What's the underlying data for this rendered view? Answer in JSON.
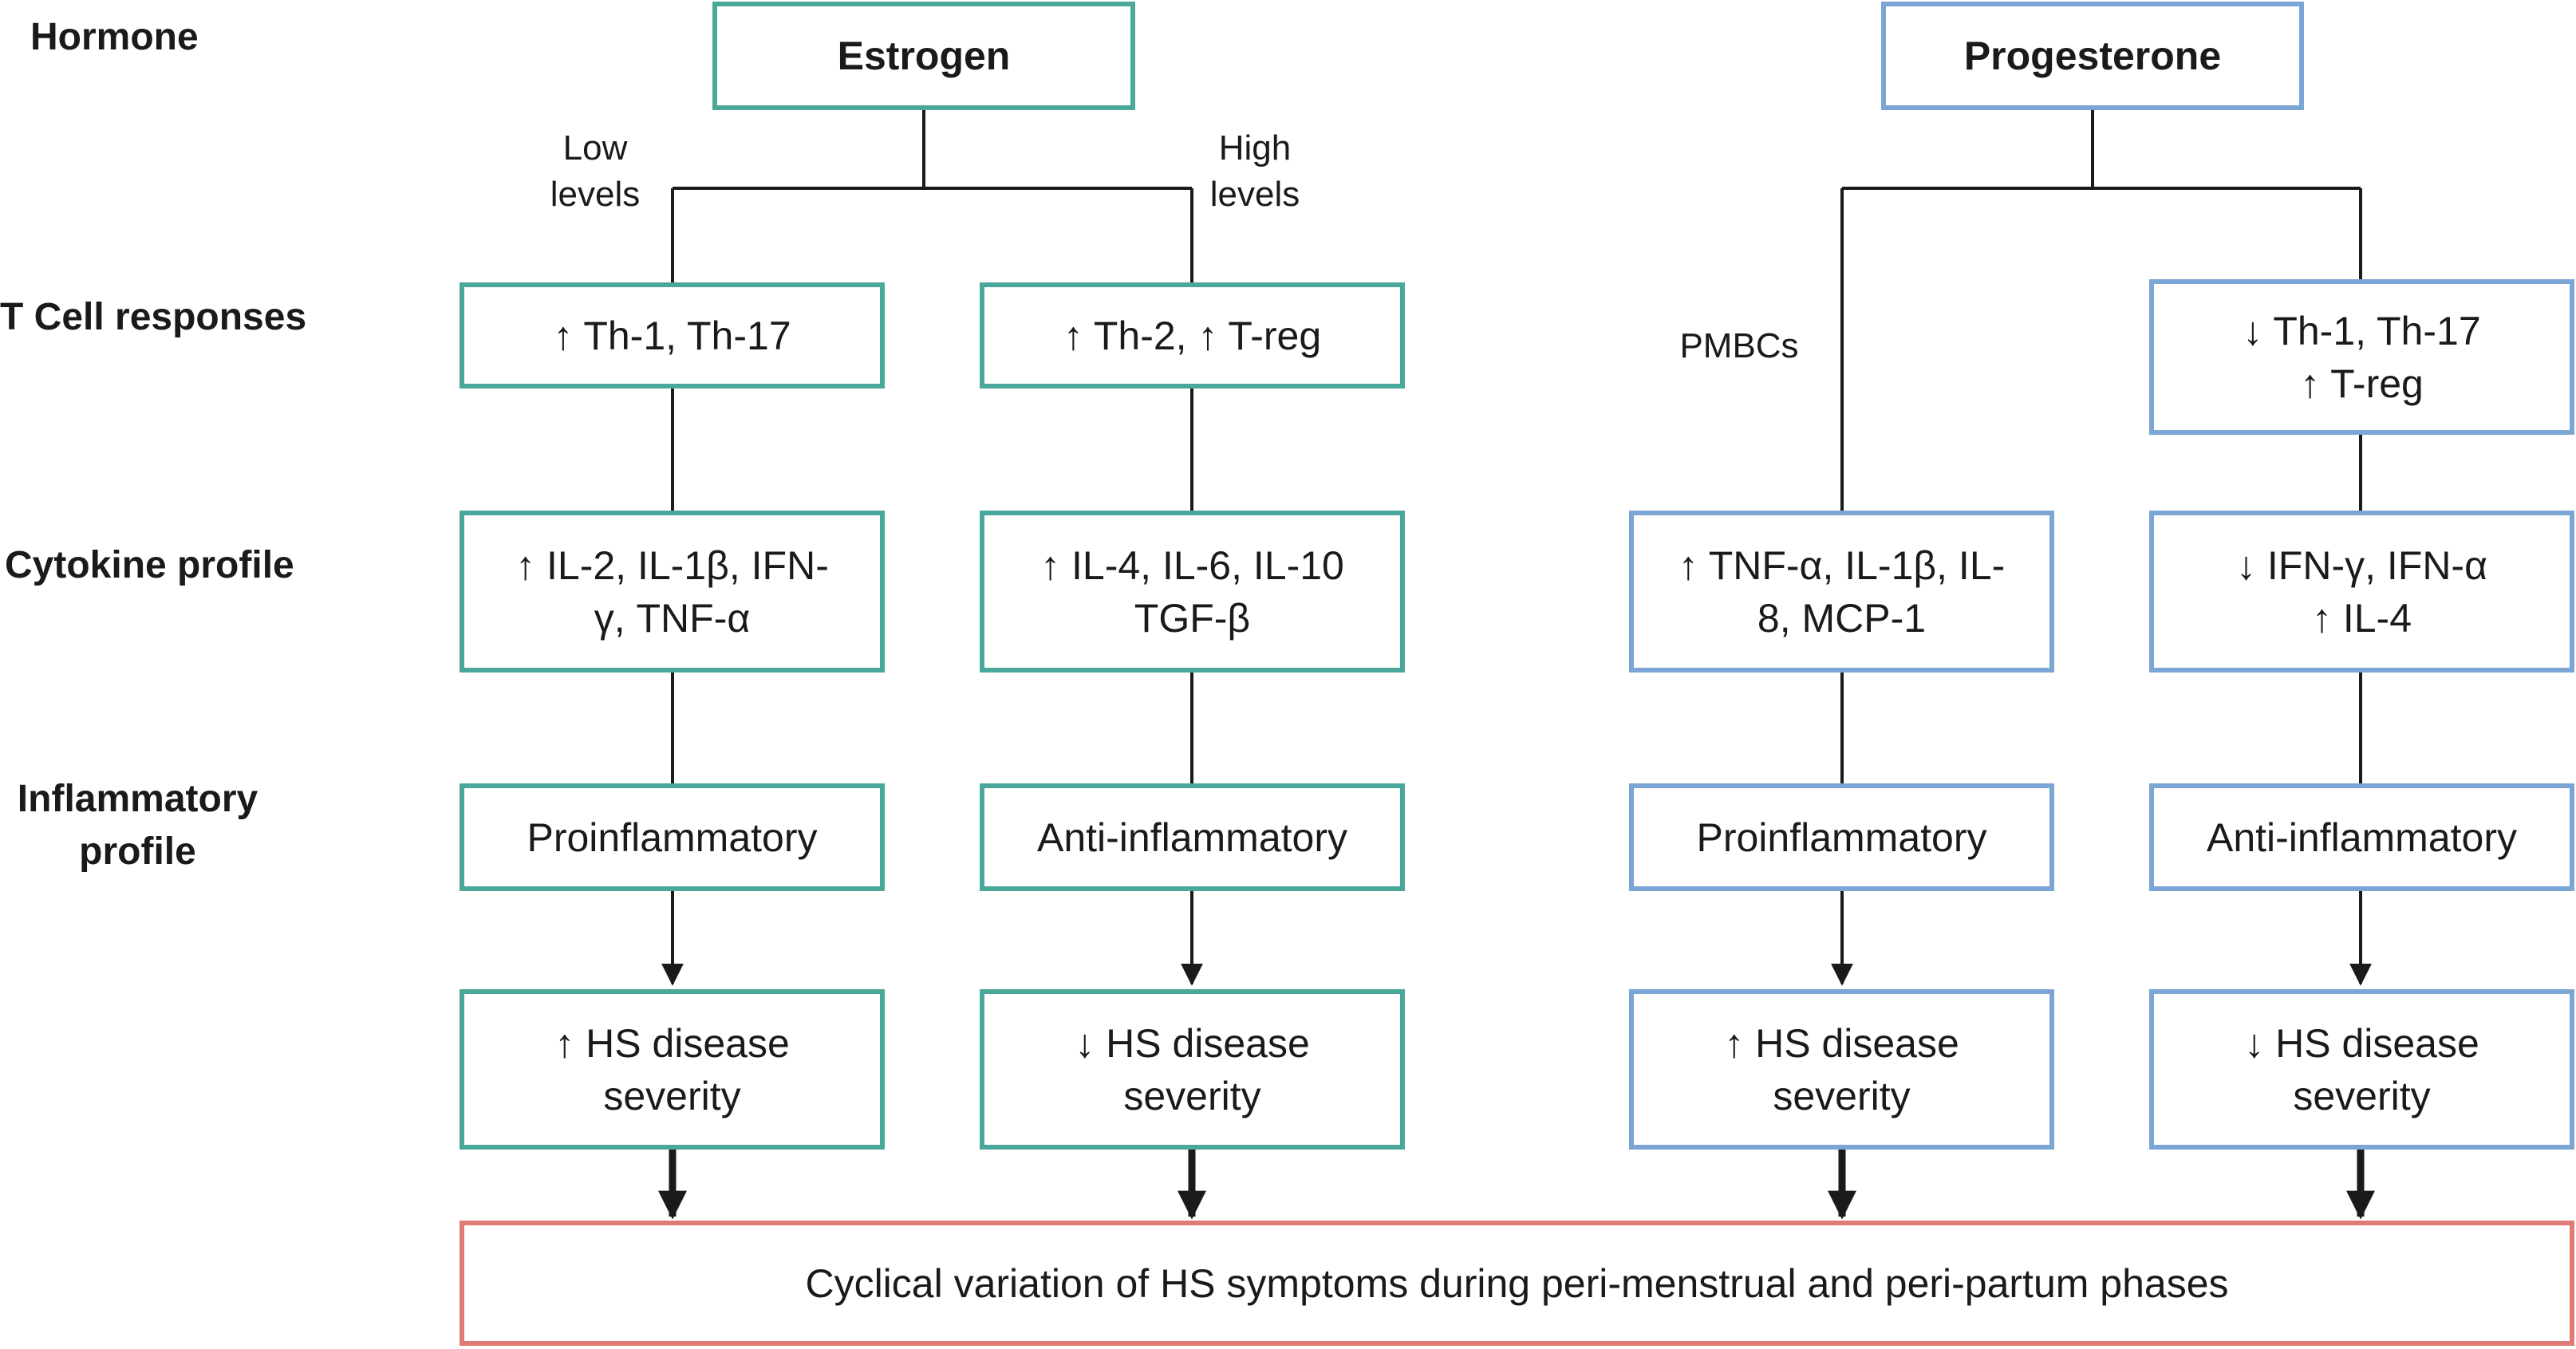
{
  "row_labels": {
    "hormone": "Hormone",
    "t_cell": "T Cell responses",
    "cytokine": "Cytokine profile",
    "inflammatory": "Inflammatory\nprofile"
  },
  "estrogen": {
    "title": "Estrogen",
    "low_label": "Low\nlevels",
    "high_label": "High\nlevels",
    "low": {
      "t_cell": "↑ Th-1, Th-17",
      "cytokine": "↑ IL-2, IL-1β, IFN-\nγ, TNF-α",
      "inflammatory": "Proinflammatory",
      "severity": "↑ HS disease\nseverity"
    },
    "high": {
      "t_cell": "↑ Th-2, ↑ T-reg",
      "cytokine": "↑ IL-4, IL-6, IL-10\nTGF-β",
      "inflammatory": "Anti-inflammatory",
      "severity": "↓ HS disease\nseverity"
    }
  },
  "progesterone": {
    "title": "Progesterone",
    "pbmc_label": "PMBCs",
    "left": {
      "cytokine": "↑ TNF-α, IL-1β, IL-\n8, MCP-1",
      "inflammatory": "Proinflammatory",
      "severity": "↑ HS disease\nseverity"
    },
    "right": {
      "t_cell": "↓ Th-1, Th-17\n↑ T-reg",
      "cytokine": "↓ IFN-γ, IFN-α\n↑ IL-4",
      "inflammatory": "Anti-inflammatory",
      "severity": "↓ HS disease\nseverity"
    }
  },
  "outcome": "Cyclical variation of HS symptoms during peri-menstrual and peri-partum phases",
  "colors": {
    "estrogen": "#4aa89a",
    "progesterone": "#7ba5d4",
    "outcome": "#e07a74",
    "line": "#1a1a1a"
  }
}
